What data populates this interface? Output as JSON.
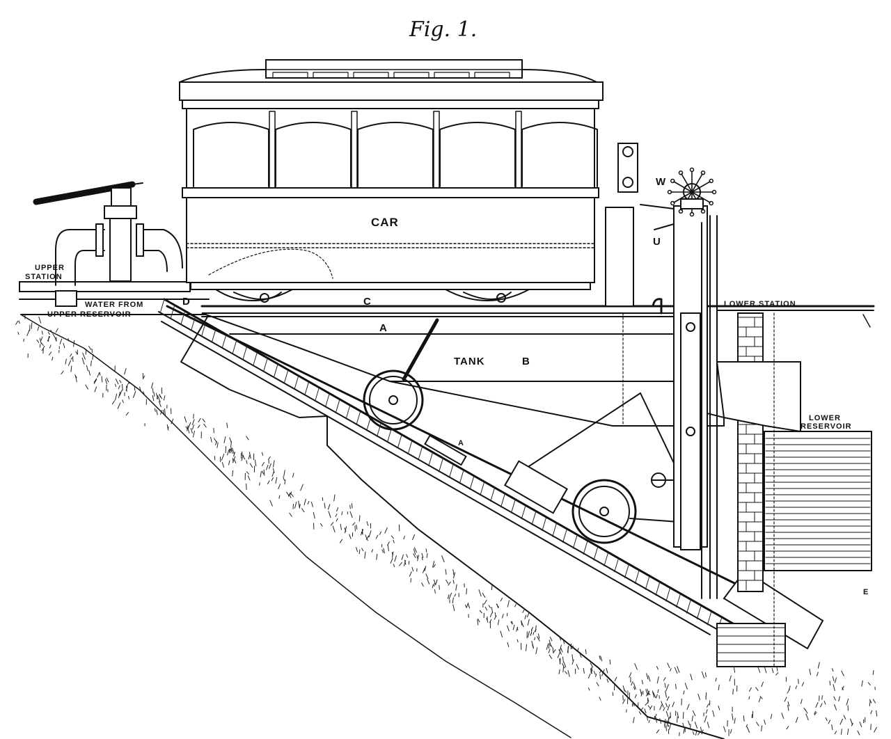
{
  "figure": {
    "title": "Fig. 1."
  },
  "labels": {
    "car": "CAR",
    "tank": "TANK",
    "tank_letter": "B",
    "letter_a": "A",
    "letter_c": "C",
    "letter_d": "D",
    "letter_w": "W",
    "letter_u": "U",
    "letter_e": "E",
    "upper_station_1": "UPPER",
    "upper_station_2": "STATION",
    "water_from": "WATER FROM",
    "upper_reservoir": "UPPER RESERVOIR",
    "lower_station": "LOWER STATION",
    "lower_reservoir_1": "LOWER",
    "lower_reservoir_2": "RESERVOIR"
  }
}
